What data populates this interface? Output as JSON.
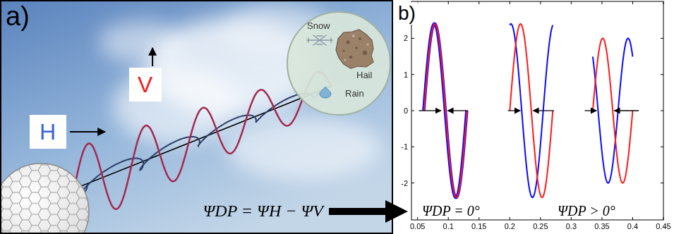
{
  "diagram": {
    "nodes": [
      {
        "text": [
          "H"
        ]
      },
      {
        "text": [
          "V"
        ]
      },
      {
        "text": [
          "Snow",
          "Hail",
          "Rain"
        ]
      }
    ],
    "labels": [
      "a)",
      "b)",
      "ΨDP = ΨH − ΨV",
      "ΨDP = 0°",
      "ΨDP > 0°",
      "2",
      "1",
      "0",
      "-1",
      "-2",
      "0.05",
      "0.1",
      "0.15",
      "0.2",
      "0.25",
      "0.3",
      "0.35",
      "0.4",
      "0.45"
    ]
  }
}
